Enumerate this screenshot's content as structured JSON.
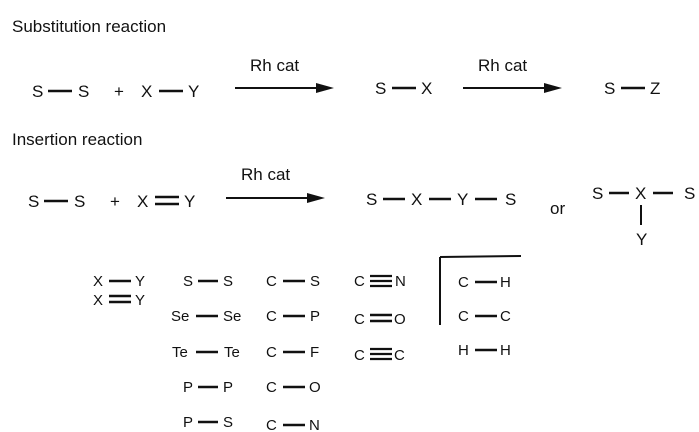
{
  "substitution": {
    "title": "Substitution reaction",
    "reactant1": {
      "left": "S",
      "right": "S"
    },
    "plus": "+",
    "reactant2": {
      "left": "X",
      "right": "Y"
    },
    "catalyst1": "Rh cat",
    "intermediate": {
      "left": "S",
      "right": "X"
    },
    "catalyst2": "Rh cat",
    "product": {
      "left": "S",
      "right": "Z"
    }
  },
  "insertion": {
    "title": "Insertion reaction",
    "reactant1": {
      "left": "S",
      "right": "S"
    },
    "plus": "+",
    "reactant2": {
      "left": "X",
      "right": "Y"
    },
    "catalyst": "Rh cat",
    "product1": {
      "a": "S",
      "b": "X",
      "c": "Y",
      "d": "S"
    },
    "or": "or",
    "product2": {
      "left": "S",
      "center": "X",
      "right": "S",
      "bottom": "Y"
    }
  },
  "legend": {
    "single_xy": {
      "left": "X",
      "right": "Y"
    },
    "double_xy": {
      "left": "X",
      "right": "Y"
    },
    "single_bonds_col1": [
      {
        "left": "S",
        "right": "S"
      },
      {
        "left": "Se",
        "right": "Se"
      },
      {
        "left": "Te",
        "right": "Te"
      },
      {
        "left": "P",
        "right": "P"
      },
      {
        "left": "P",
        "right": "S"
      }
    ],
    "single_bonds_col2": [
      {
        "left": "C",
        "right": "S"
      },
      {
        "left": "C",
        "right": "P"
      },
      {
        "left": "C",
        "right": "F"
      },
      {
        "left": "C",
        "right": "O"
      },
      {
        "left": "C",
        "right": "N"
      }
    ],
    "multiple_bonds": [
      {
        "left": "C",
        "right": "N",
        "order": 3
      },
      {
        "left": "C",
        "right": "O",
        "order": 2
      },
      {
        "left": "C",
        "right": "C",
        "order": 3
      }
    ],
    "boxed_bonds": [
      {
        "left": "C",
        "right": "H"
      },
      {
        "left": "C",
        "right": "C"
      },
      {
        "left": "H",
        "right": "H"
      }
    ]
  }
}
